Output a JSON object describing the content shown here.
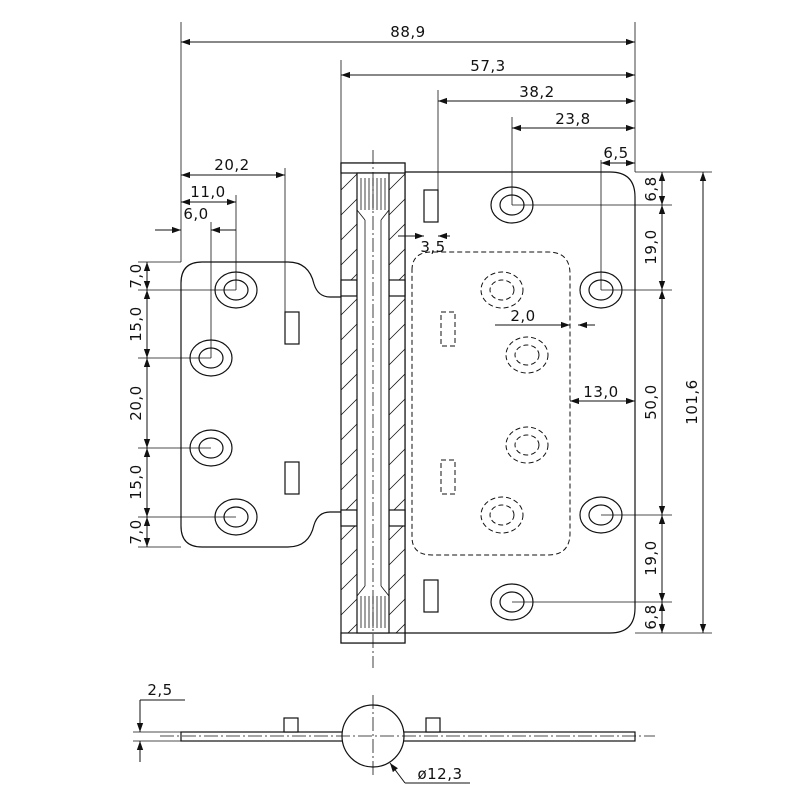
{
  "dimensions": {
    "overall_width": "88,9",
    "leaf_width": "57,3",
    "slot_offset": "38,2",
    "hole_offset": "23,8",
    "edge_hole": "6,5",
    "left_leaf_width": "20,2",
    "left_hole_x2": "11,0",
    "left_hole_x1": "6,0",
    "slot_width": "3,5",
    "recess_offset": "2,0",
    "recess_margin": "13,0",
    "left_pitch_top": "7,0",
    "left_pitch_1": "15,0",
    "left_pitch_2": "20,0",
    "left_pitch_3": "15,0",
    "left_pitch_bottom": "7,0",
    "right_top_edge": "6,8",
    "right_pitch_top": "19,0",
    "right_pitch_mid": "50,0",
    "right_pitch_bottom": "19,0",
    "right_bottom_edge": "6,8",
    "overall_height": "101,6",
    "thickness": "2,5",
    "knuckle_diameter": "ø12,3"
  }
}
